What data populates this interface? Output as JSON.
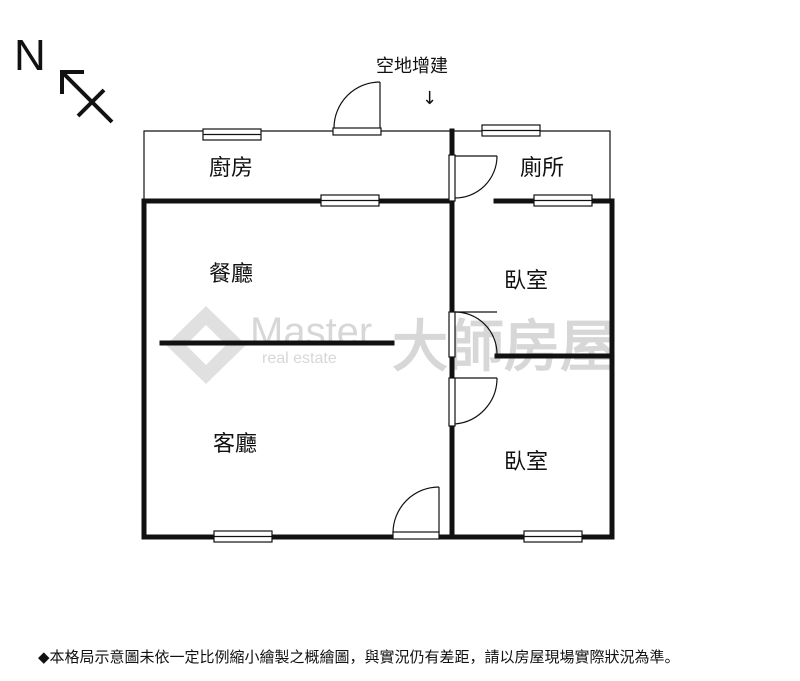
{
  "compass": {
    "label": "N"
  },
  "annotation": {
    "text": "空地增建",
    "arrow": "↓"
  },
  "rooms": {
    "kitchen": "廚房",
    "toilet": "廁所",
    "dining": "餐廳",
    "bedroom_upper": "臥室",
    "living": "客廳",
    "bedroom_lower": "臥室"
  },
  "watermark": {
    "brand_en": "Master",
    "tagline": "real estate",
    "brand_zh": "大師房屋"
  },
  "disclaimer": "◆本格局示意圖未依一定比例縮小繪製之概繪圖，與實況仍有差距，請以房屋現場實際狀況為準。",
  "colors": {
    "wall": "#111111",
    "watermark": "#bdbdbd"
  }
}
